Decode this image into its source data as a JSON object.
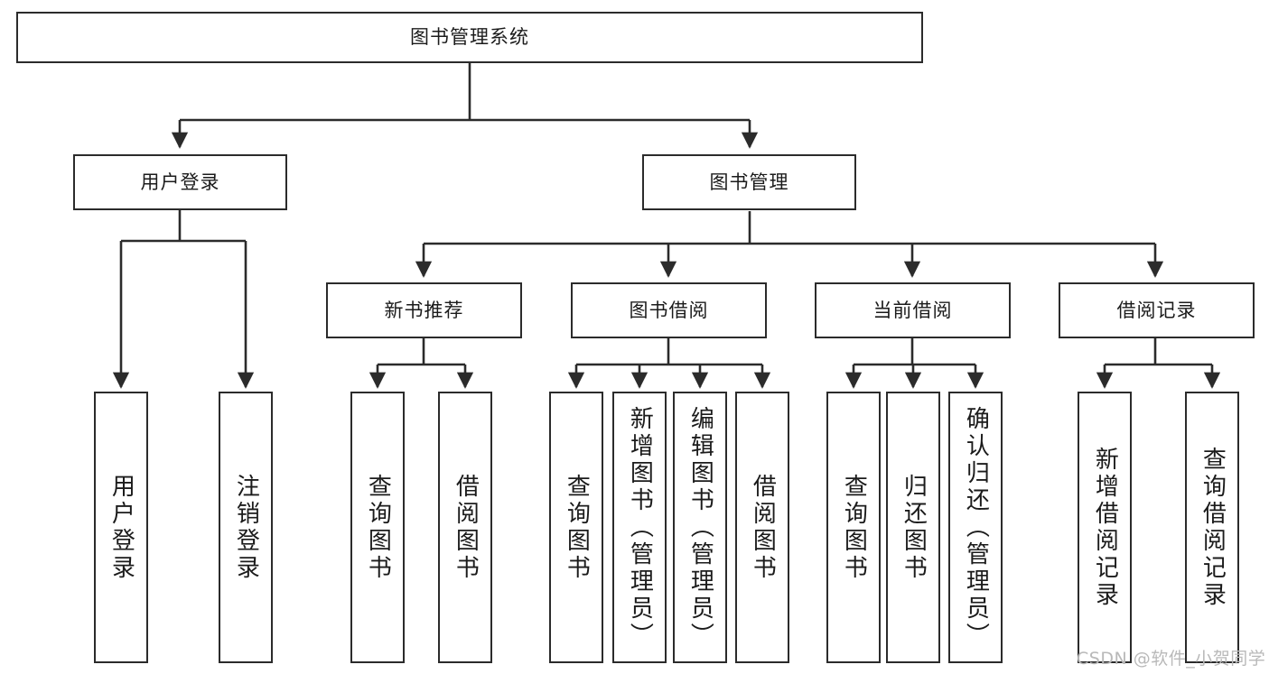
{
  "diagram": {
    "title": "图书管理系统",
    "type": "tree-hierarchy-diagram",
    "orientation": "top-down",
    "stroke_color": "#2b2b2b",
    "fill_color": "#ffffff",
    "text_color": "#1b1b1b"
  },
  "root": {
    "label": "图书管理系统"
  },
  "level2": [
    {
      "label": "用户登录"
    },
    {
      "label": "图书管理"
    }
  ],
  "level3": [
    {
      "label": "新书推荐"
    },
    {
      "label": "图书借阅"
    },
    {
      "label": "当前借阅"
    },
    {
      "label": "借阅记录"
    }
  ],
  "leaves": {
    "user_login": [
      {
        "label": "用户登录"
      },
      {
        "label": "注销登录"
      }
    ],
    "new_book_recommend": [
      {
        "label": "查询图书"
      },
      {
        "label": "借阅图书"
      }
    ],
    "book_borrow": [
      {
        "label": "查询图书"
      },
      {
        "label": "新增图书（管理员）"
      },
      {
        "label": "编辑图书（管理员）"
      },
      {
        "label": "借阅图书"
      }
    ],
    "current_borrow": [
      {
        "label": "查询图书"
      },
      {
        "label": "归还图书"
      },
      {
        "label": "确认归还（管理员）"
      }
    ],
    "borrow_record": [
      {
        "label": "新增借阅记录"
      },
      {
        "label": "查询借阅记录"
      }
    ]
  },
  "watermark": {
    "text": "CSDN @软件_小贺同学"
  }
}
